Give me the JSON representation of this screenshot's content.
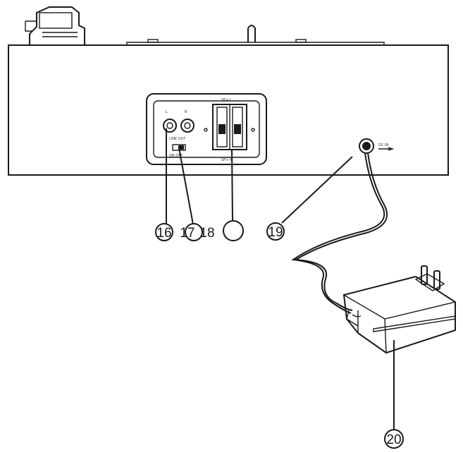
{
  "callouts": {
    "c16": "16",
    "c17": "17",
    "c18": "18",
    "c19": "19",
    "c20": "20"
  },
  "panel_text": {
    "jack_left": "L",
    "jack_right": "R",
    "jack_group": "LINE OUT",
    "slide_switch": "ON OFF",
    "speaker_top": "SP+ L",
    "speaker_bottom": "SP+ R",
    "dc_in": "DC IN"
  },
  "colors": {
    "line": "#1a1a1a",
    "background": "#ffffff"
  }
}
